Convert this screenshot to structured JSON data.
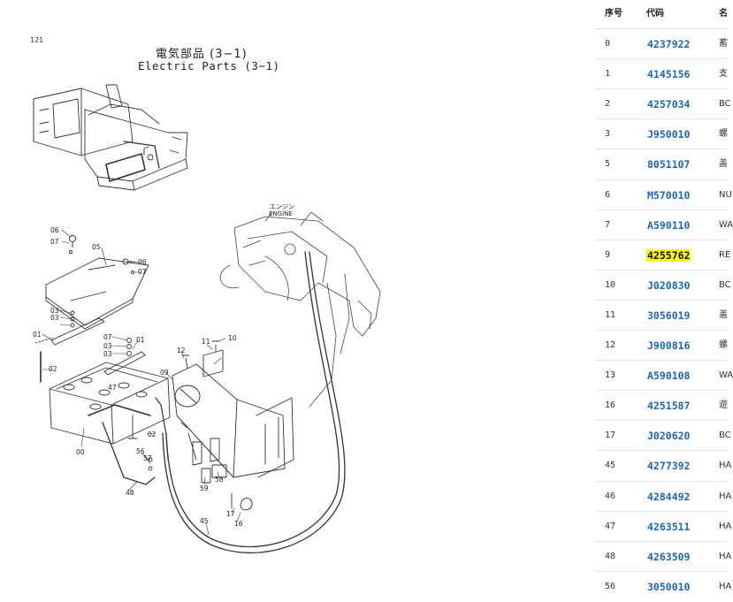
{
  "diagram": {
    "page_number": "121",
    "title_jp": "電気部品 (3−1)",
    "title_en": "Electric Parts (3−1)",
    "engine_jp": "エンジン",
    "engine_en": "ENGINE",
    "callouts": [
      "06",
      "07",
      "05",
      "06",
      "07",
      "03",
      "03",
      "01",
      "02",
      "07",
      "03",
      "03",
      "01",
      "12",
      "11",
      "10",
      "09",
      "47",
      "00",
      "02",
      "56",
      "57",
      "48",
      "59",
      "58",
      "17",
      "16",
      "45"
    ]
  },
  "table": {
    "headers": {
      "no": "序号",
      "code": "代码",
      "name": "名"
    },
    "rows": [
      {
        "no": "0",
        "code": "4237922",
        "name": "蓄",
        "highlighted": false
      },
      {
        "no": "1",
        "code": "4145156",
        "name": "支",
        "highlighted": false
      },
      {
        "no": "2",
        "code": "4257034",
        "name": "BC",
        "highlighted": false
      },
      {
        "no": "3",
        "code": "J950010",
        "name": "螺",
        "highlighted": false
      },
      {
        "no": "5",
        "code": "8051107",
        "name": "盖",
        "highlighted": false
      },
      {
        "no": "6",
        "code": "M570010",
        "name": "NU",
        "highlighted": false
      },
      {
        "no": "7",
        "code": "A590110",
        "name": "WA",
        "highlighted": false
      },
      {
        "no": "9",
        "code": "4255762",
        "name": "RE",
        "highlighted": true
      },
      {
        "no": "10",
        "code": "J020830",
        "name": "BC",
        "highlighted": false
      },
      {
        "no": "11",
        "code": "3056019",
        "name": "盖",
        "highlighted": false
      },
      {
        "no": "12",
        "code": "J900816",
        "name": "螺",
        "highlighted": false
      },
      {
        "no": "13",
        "code": "A590108",
        "name": "WA",
        "highlighted": false
      },
      {
        "no": "16",
        "code": "4251587",
        "name": "遊",
        "highlighted": false
      },
      {
        "no": "17",
        "code": "J020620",
        "name": "BC",
        "highlighted": false
      },
      {
        "no": "45",
        "code": "4277392",
        "name": "HA",
        "highlighted": false
      },
      {
        "no": "46",
        "code": "4284492",
        "name": "HA",
        "highlighted": false
      },
      {
        "no": "47",
        "code": "4263511",
        "name": "HA",
        "highlighted": false
      },
      {
        "no": "48",
        "code": "4263509",
        "name": "HA",
        "highlighted": false
      },
      {
        "no": "56",
        "code": "3050010",
        "name": "HA",
        "highlighted": false
      }
    ],
    "highlight_color": "#ffff00",
    "link_color": "#2166ae"
  }
}
